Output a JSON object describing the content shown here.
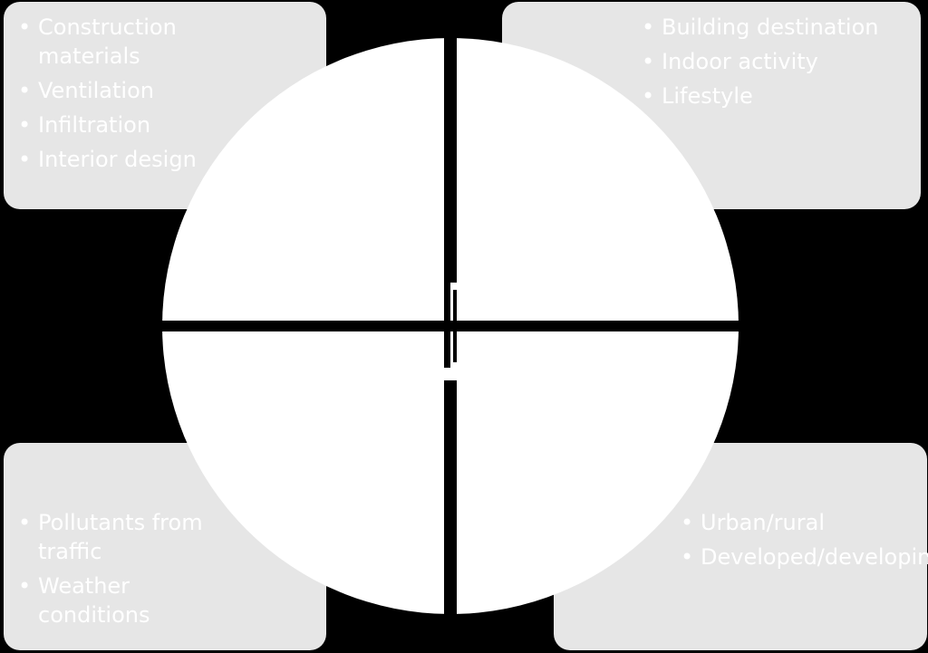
{
  "quadrants": {
    "top_left": {
      "items": [
        "Construction materials",
        "Ventilation",
        "Infiltration",
        "Interior design"
      ]
    },
    "top_right": {
      "items": [
        "Building destination",
        "Indoor activity",
        "Lifestyle"
      ]
    },
    "bottom_left": {
      "items": [
        "Pollutants from traffic",
        "Weather conditions"
      ]
    },
    "bottom_right": {
      "items": [
        "Urban/rural",
        "Developed/developing"
      ]
    }
  },
  "colors": {
    "background": "#000000",
    "box_fill": "#e6e6e6",
    "circle_fill": "#ffffff",
    "text": "#ffffff"
  }
}
